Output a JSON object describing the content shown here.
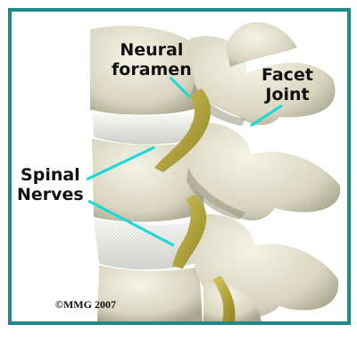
{
  "labels": {
    "neural_foramen": [
      "Neural",
      "foramen"
    ],
    "facet_joint": [
      "Facet",
      "Joint"
    ],
    "spinal_nerves": [
      "Spinal",
      "Nerves"
    ]
  },
  "copyright": "©MMG 2007",
  "colors": {
    "frame": "#1f8a8a",
    "leader": "#18d8d8",
    "bone": "#e3e1cf",
    "bone_shadow": "#a9a68f",
    "disc": "#e8e8e4",
    "nerve": "#b9a83a"
  }
}
